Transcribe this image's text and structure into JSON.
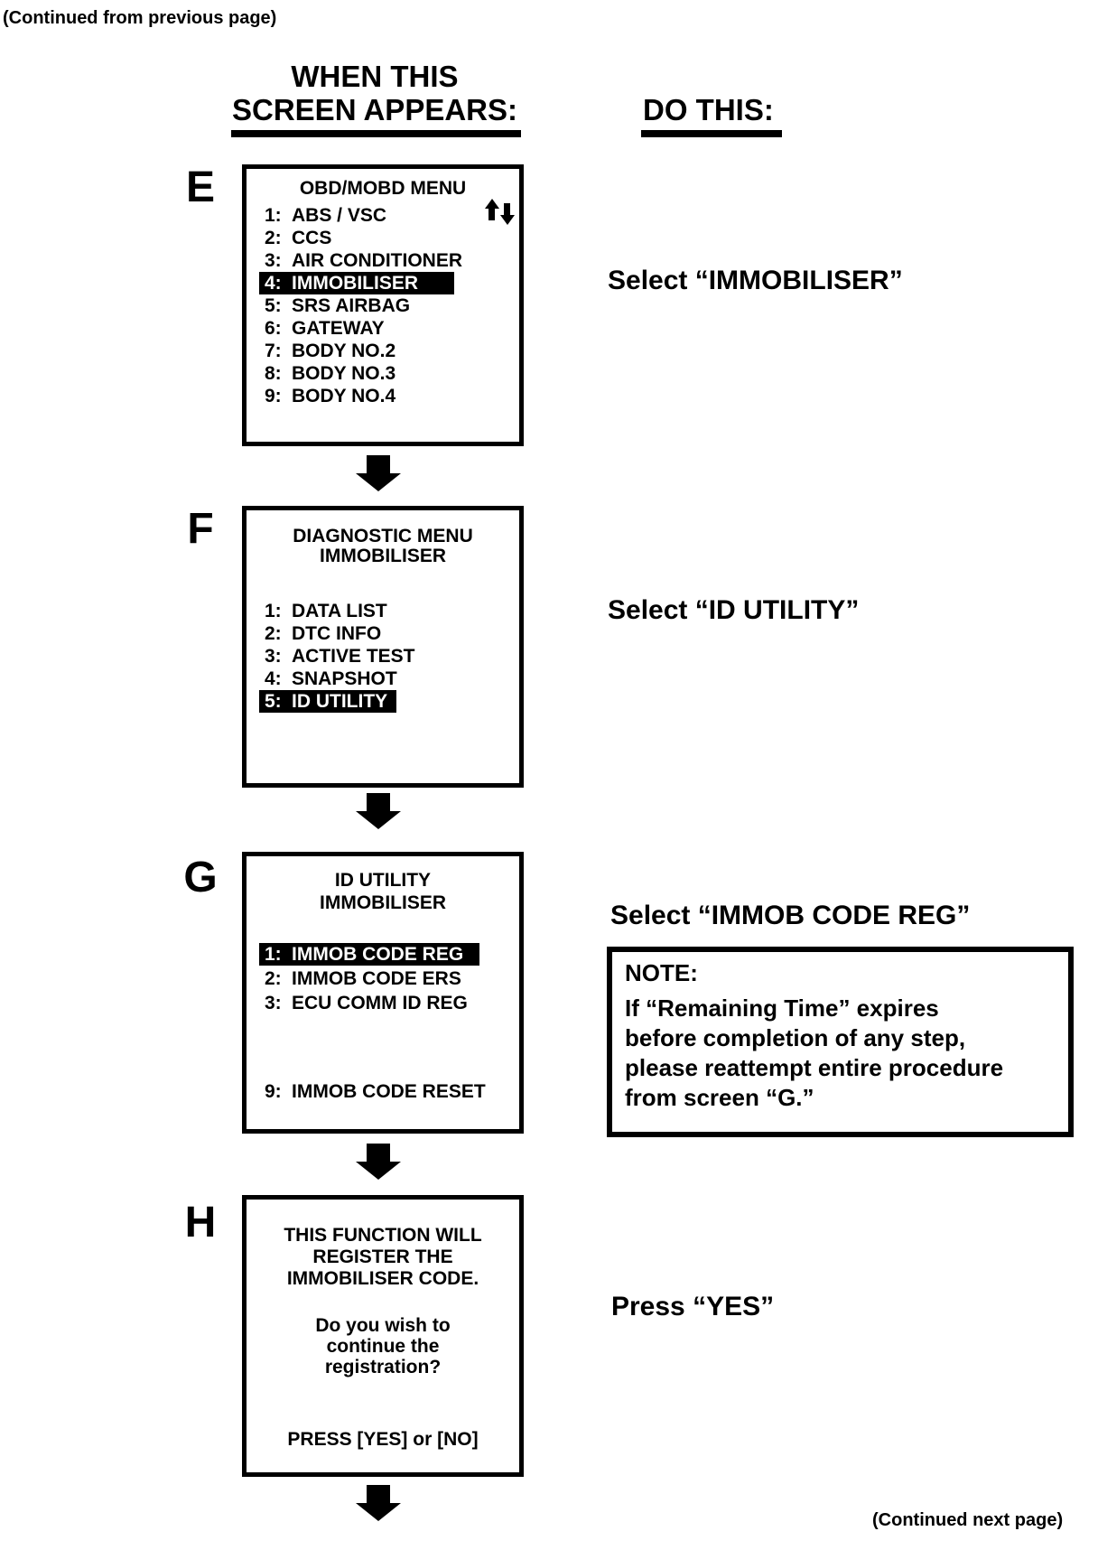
{
  "page": {
    "continued_from": "(Continued from previous page)",
    "continued_next": "(Continued next page)",
    "left_heading_line1": "WHEN THIS",
    "left_heading_line2": "SCREEN APPEARS:",
    "right_heading": "DO THIS:"
  },
  "colors": {
    "ink": "#000000",
    "paper": "#ffffff"
  },
  "icons": {
    "scroll": "up-down-scroll-arrows-icon",
    "flow": "down-arrow-icon"
  },
  "screens": {
    "E": {
      "letter": "E",
      "title1": "OBD/MOBD MENU",
      "items": [
        {
          "num": "1:",
          "label": "ABS / VSC",
          "highlighted": false
        },
        {
          "num": "2:",
          "label": "CCS",
          "highlighted": false
        },
        {
          "num": "3:",
          "label": "AIR CONDITIONER",
          "highlighted": false
        },
        {
          "num": "4:",
          "label": "IMMOBILISER",
          "highlighted": true
        },
        {
          "num": "5:",
          "label": "SRS AIRBAG",
          "highlighted": false
        },
        {
          "num": "6:",
          "label": "GATEWAY",
          "highlighted": false
        },
        {
          "num": "7:",
          "label": "BODY NO.2",
          "highlighted": false
        },
        {
          "num": "8:",
          "label": "BODY NO.3",
          "highlighted": false
        },
        {
          "num": "9:",
          "label": "BODY NO.4",
          "highlighted": false
        }
      ],
      "action": "Select “IMMOBILISER”"
    },
    "F": {
      "letter": "F",
      "title1": "DIAGNOSTIC MENU",
      "title2": "IMMOBILISER",
      "items": [
        {
          "num": "1:",
          "label": "DATA LIST",
          "highlighted": false
        },
        {
          "num": "2:",
          "label": "DTC INFO",
          "highlighted": false
        },
        {
          "num": "3:",
          "label": "ACTIVE TEST",
          "highlighted": false
        },
        {
          "num": "4:",
          "label": "SNAPSHOT",
          "highlighted": false
        },
        {
          "num": "5:",
          "label": "ID UTILITY",
          "highlighted": true
        }
      ],
      "action": "Select “ID UTILITY”"
    },
    "G": {
      "letter": "G",
      "title1": "ID UTILITY",
      "title2": "IMMOBILISER",
      "items": [
        {
          "num": "1:",
          "label": "IMMOB CODE REG",
          "highlighted": true
        },
        {
          "num": "2:",
          "label": "IMMOB CODE ERS",
          "highlighted": false
        },
        {
          "num": "3:",
          "label": "ECU COMM ID REG",
          "highlighted": false
        },
        {
          "num": "9:",
          "label": "IMMOB CODE RESET",
          "highlighted": false
        }
      ],
      "action": "Select “IMMOB CODE REG”"
    },
    "H": {
      "letter": "H",
      "message1": [
        "THIS FUNCTION WILL",
        "REGISTER THE",
        "IMMOBILISER CODE."
      ],
      "message2": [
        "Do you wish to",
        "continue the",
        "registration?"
      ],
      "prompt": "PRESS [YES] or [NO]",
      "action": "Press “YES”"
    }
  },
  "note": {
    "title": "NOTE:",
    "lines": [
      "If “Remaining Time” expires",
      "before completion of any step,",
      "please reattempt entire procedure",
      "from screen “G.”"
    ]
  }
}
